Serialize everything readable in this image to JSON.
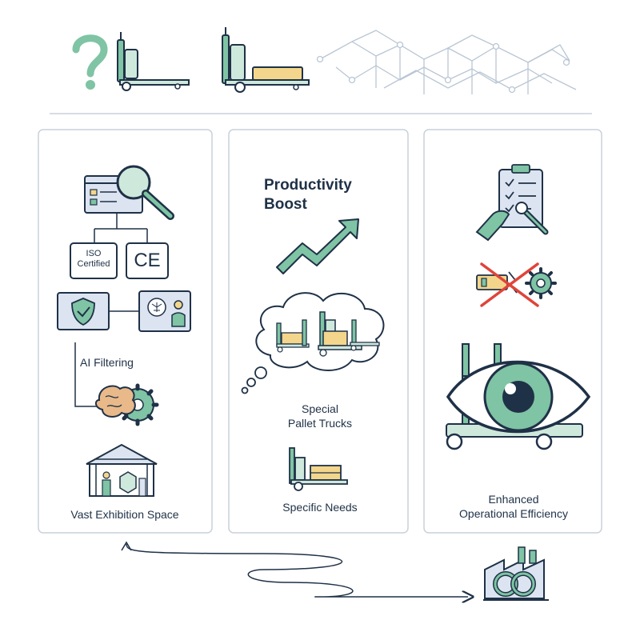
{
  "colors": {
    "outline": "#1f3147",
    "accent_green": "#7fc4a4",
    "accent_green_light": "#cfe8dc",
    "accent_blue_light": "#dbe4f0",
    "accent_yellow": "#f3d68b",
    "accent_red": "#e0443a",
    "accent_brain": "#e9b98a",
    "panel_border": "#c9d1da",
    "faint_line": "#b9c6d4"
  },
  "icons": {
    "header": [
      "question-mark-icon",
      "empty-pallet-truck-icon",
      "loaded-pallet-truck-icon",
      "isometric-boxes-network-icon"
    ],
    "left_panel": [
      "magnifier-window-icon",
      "certification-hierarchy-icon",
      "shield-check-icon",
      "presenter-screen-icon",
      "brain-gear-icon",
      "exhibition-hall-icon"
    ],
    "middle_panel": [
      "growth-arrow-icon",
      "thought-bubble-icon",
      "pallet-trucks-icon",
      "single-pallet-truck-icon"
    ],
    "right_panel": [
      "clipboard-wrench-icon",
      "no-breakdown-icon",
      "eye-pallet-truck-icon"
    ],
    "bottom": [
      "winding-arrow-icon",
      "factory-rings-icon"
    ]
  },
  "left_panel": {
    "cert_iso_line1": "ISO",
    "cert_iso_line2": "Certified",
    "cert_ce": "CE",
    "ai_filtering": "AI Filtering",
    "exhibition_space": "Vast Exhibition Space"
  },
  "middle_panel": {
    "title_line1": "Productivity",
    "title_line2": "Boost",
    "special_line1": "Special",
    "special_line2": "Pallet Trucks",
    "specific_needs": "Specific Needs"
  },
  "right_panel": {
    "efficiency_line1": "Enhanced",
    "efficiency_line2": "Operational Efficiency"
  }
}
